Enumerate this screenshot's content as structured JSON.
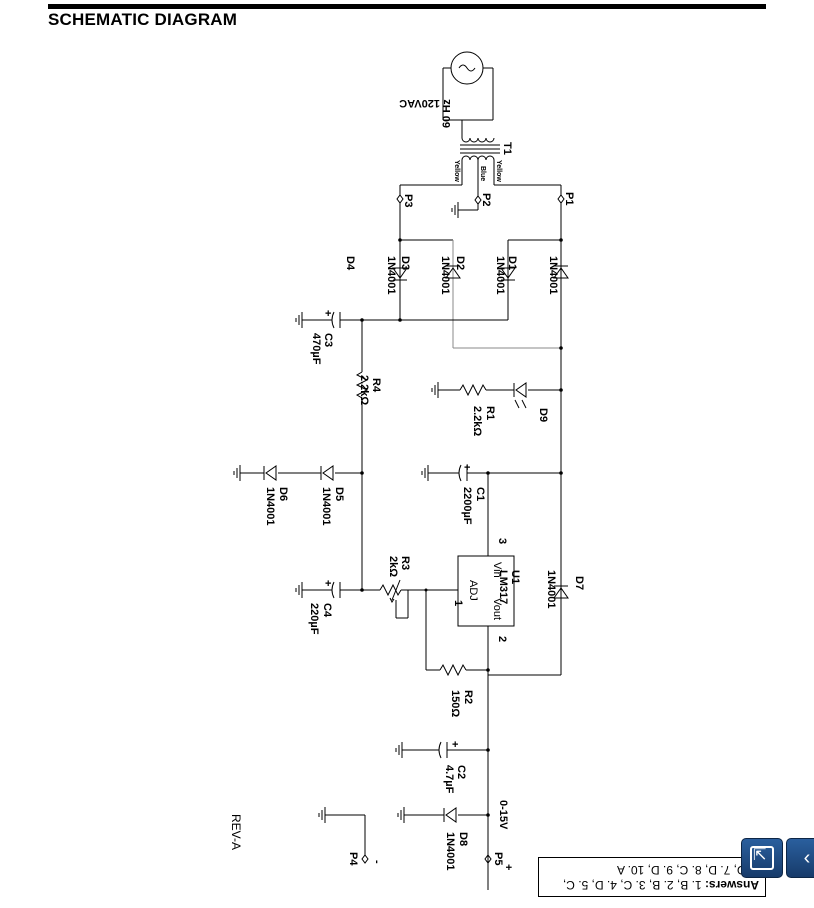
{
  "header": {
    "title": "SCHEMATIC DIAGRAM"
  },
  "source": {
    "voltage": "120VAC",
    "frequency": "60 Hz"
  },
  "transformer": {
    "name": "T1",
    "wire_left": "Yellow",
    "wire_center": "Blue",
    "wire_right": "Yellow"
  },
  "pins": {
    "p1": "P1",
    "p2": "P2",
    "p3": "P3",
    "p4": "P4",
    "p5": "P5"
  },
  "diodes": {
    "d1": {
      "ref": "D1",
      "part": "1N4001"
    },
    "d2": {
      "ref": "D2",
      "part": "1N4001"
    },
    "d3": {
      "ref": "D3",
      "part": "1N4001"
    },
    "d4": {
      "ref": "D4",
      "part": "1N4001"
    },
    "d5": {
      "ref": "D5",
      "part": "1N4001"
    },
    "d6": {
      "ref": "D6",
      "part": "1N4001"
    },
    "d7": {
      "ref": "D7",
      "part": "1N4001"
    },
    "d8": {
      "ref": "D8",
      "part": "1N4001"
    },
    "d9": {
      "ref": "D9"
    }
  },
  "capacitors": {
    "c1": {
      "ref": "C1",
      "value": "2200µF"
    },
    "c2": {
      "ref": "C2",
      "value": "4.7µF"
    },
    "c3": {
      "ref": "C3",
      "value": "470µF"
    },
    "c4": {
      "ref": "C4",
      "value": "220µF"
    }
  },
  "resistors": {
    "r1": {
      "ref": "R1",
      "value": "2.2kΩ"
    },
    "r2": {
      "ref": "R2",
      "value": "150Ω"
    },
    "r3": {
      "ref": "R3",
      "value": "2kΩ"
    },
    "r4": {
      "ref": "R4",
      "value": "2.2kΩ"
    }
  },
  "regulator": {
    "ref": "U1",
    "part": "LM317",
    "vin": "Vin",
    "vout": "Vout",
    "adj": "ADJ",
    "pin1": "1",
    "pin2": "2",
    "pin3": "3"
  },
  "output": {
    "range": "0-15V",
    "plus": "+",
    "minus": "-"
  },
  "revision": "REV-A",
  "answers": {
    "label": "Answers:",
    "line1": "1. B, 2. B, 3. C, 4. D, 5. C,",
    "line2": "6. D, 7. D, 8. C, 9. D, 10. A"
  }
}
